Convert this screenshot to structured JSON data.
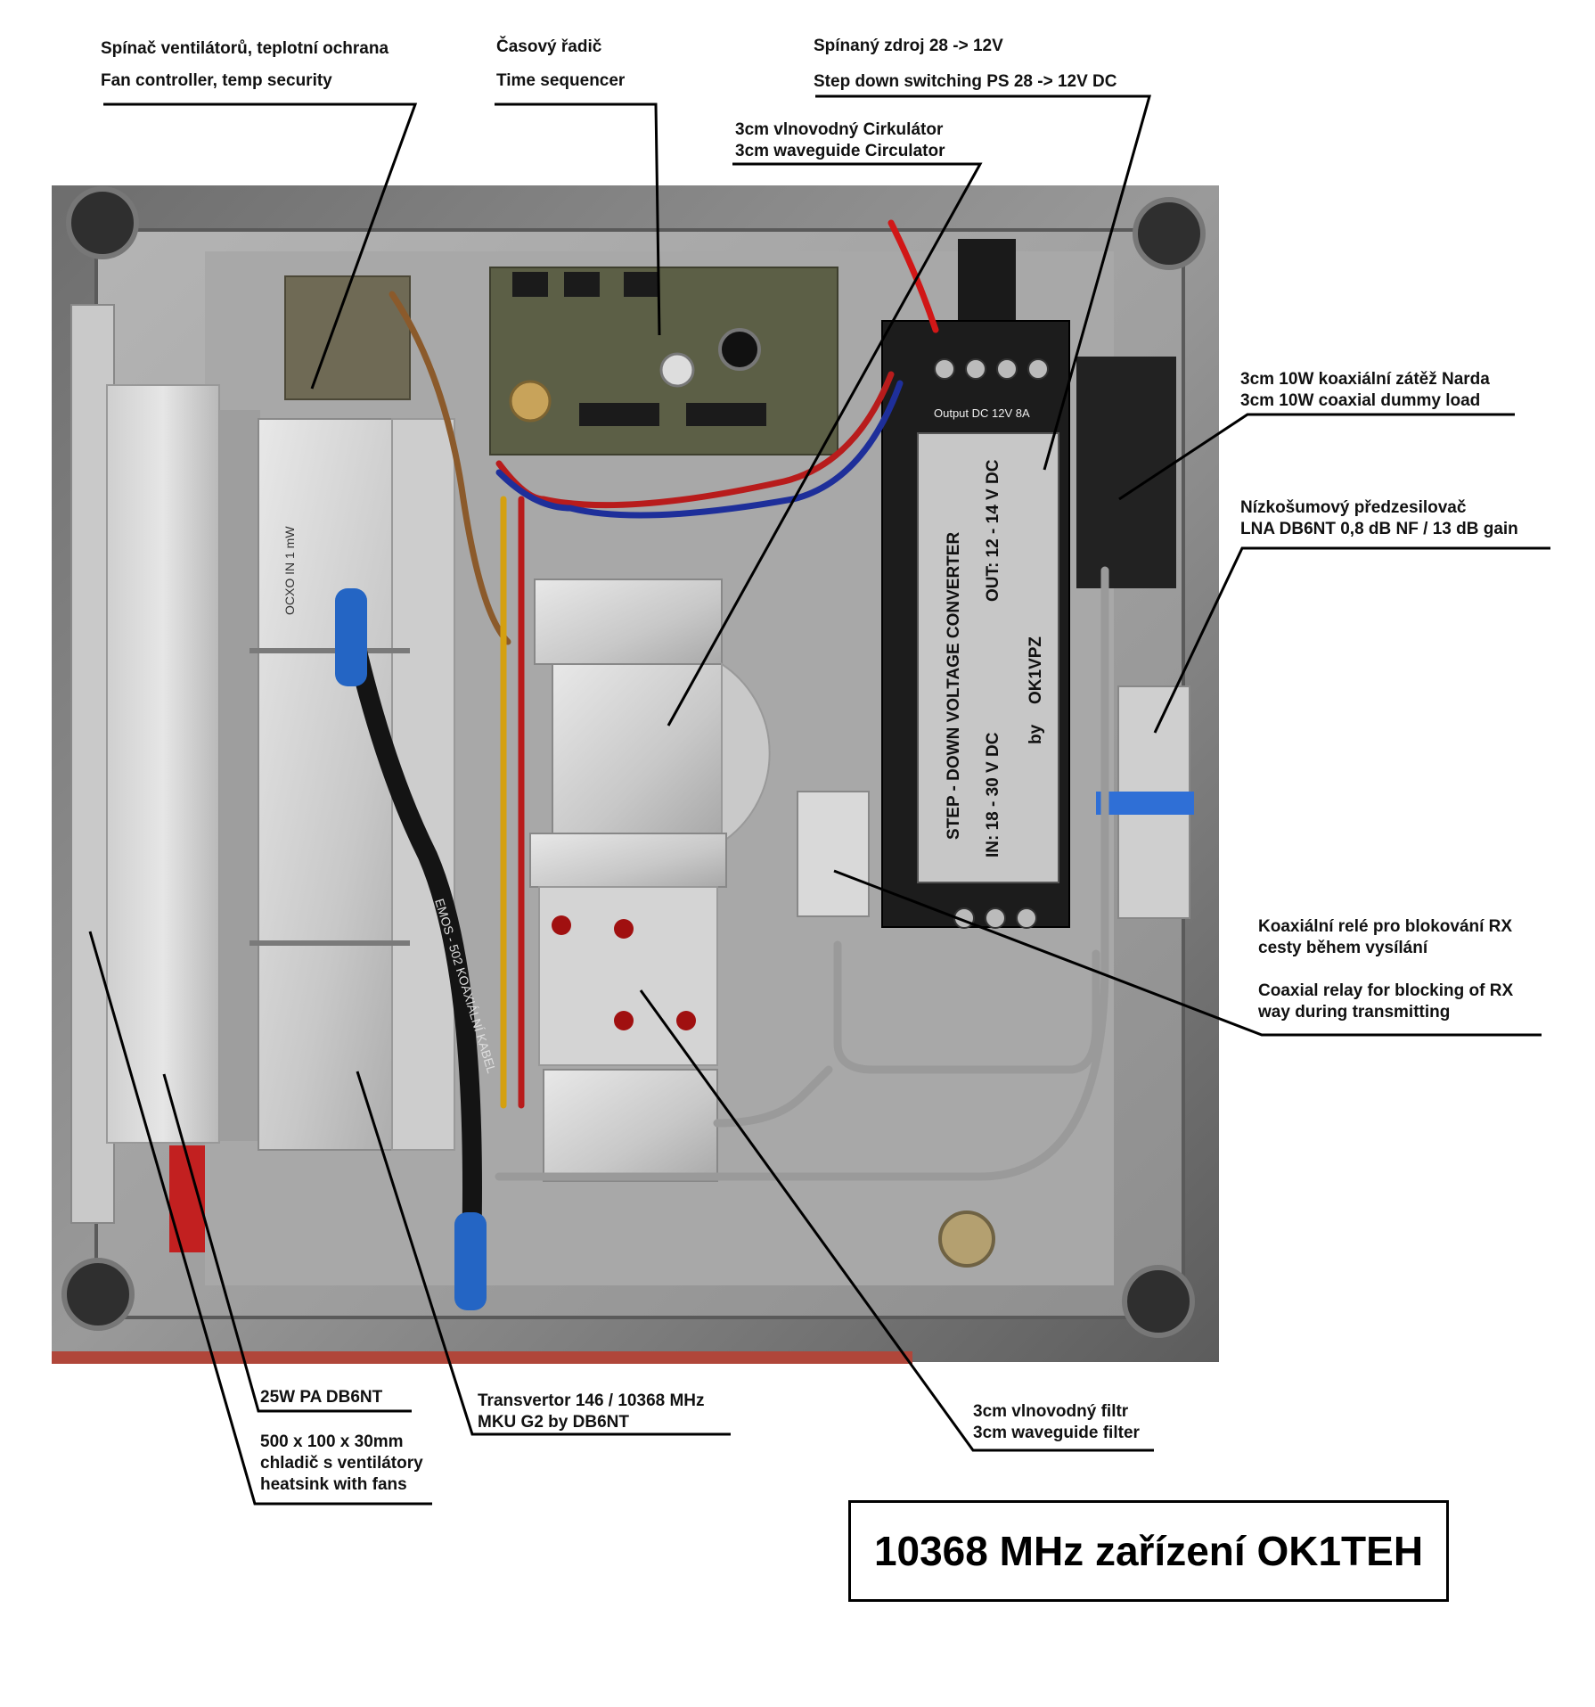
{
  "title": "10368 MHz zařízení OK1TEH",
  "labels": {
    "fan_controller": {
      "line1": "Spínač ventilátorů, teplotní ochrana",
      "line2": "Fan controller, temp security"
    },
    "time_sequencer": {
      "line1": "Časový řadič",
      "line2": "Time sequencer"
    },
    "switching_ps": {
      "line1": "Spínaný zdroj 28 -> 12V",
      "line2": "Step down switching PS 28 -> 12V DC"
    },
    "circulator": {
      "line1": "3cm vlnovodný Cirkulátor",
      "line2": "3cm waveguide Circulator"
    },
    "dummy_load": {
      "line1": "3cm  10W koaxiální zátěž Narda",
      "line2": "3cm  10W coaxial dummy load"
    },
    "lna": {
      "line1": "Nízkošumový předzesilovač",
      "line2": "LNA DB6NT 0,8 dB NF / 13 dB gain"
    },
    "coax_relay": {
      "line1": "Koaxiální relé pro blokování RX",
      "line2": "cesty během vysílání",
      "line3": "Coaxial relay for blocking of RX",
      "line4": "way during transmitting"
    },
    "waveguide_filter": {
      "line1": "3cm vlnovodný filtr",
      "line2": "3cm waveguide filter"
    },
    "transvertor": {
      "line1": "Transvertor 146 / 10368 MHz",
      "line2": "MKU G2 by DB6NT"
    },
    "pa": {
      "line1": "25W PA DB6NT"
    },
    "heatsink": {
      "line1": "500 x 100 x 30mm",
      "line2": "chladič s ventilátory",
      "line3": "heatsink with fans"
    }
  },
  "photo": {
    "converter_label": {
      "title1": "STEP - DOWN  VOLTAGE CONVERTER",
      "in": "IN:  18 - 30 V DC",
      "out": "OUT:  12 - 14 V DC",
      "by": "by",
      "author": "OK1VPZ",
      "terminals": "Output  DC 12V   8A"
    },
    "ocxo": "OCXO IN 1 mW",
    "cable_text": "EMOS - 502 KOAXIÁLNÍ KABEL"
  }
}
